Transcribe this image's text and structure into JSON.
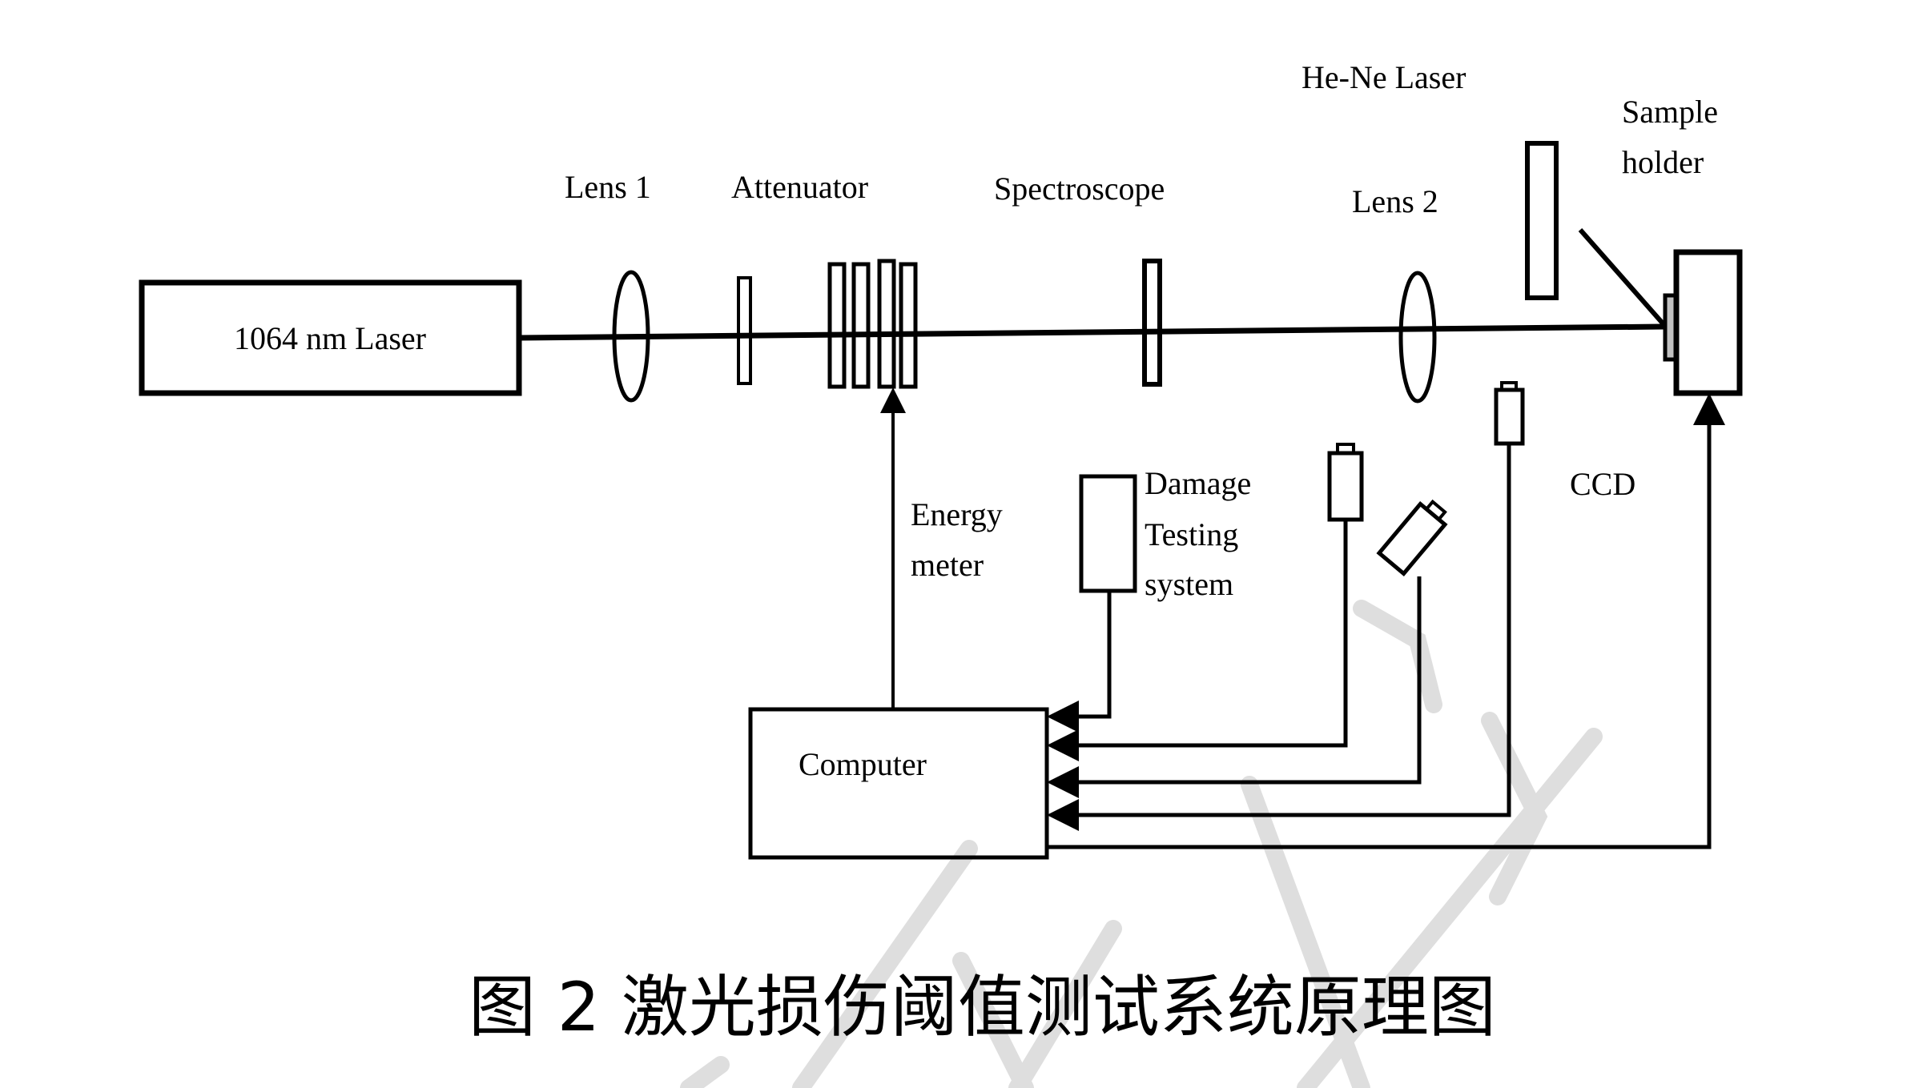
{
  "diagram": {
    "components": {
      "laser": "1064 nm Laser",
      "lens1": "Lens 1",
      "attenuator": "Attenuator",
      "spectroscope": "Spectroscope",
      "lens2": "Lens 2",
      "he_ne_laser": "He-Ne Laser",
      "sample_holder_line1": "Sample",
      "sample_holder_line2": "holder",
      "energy_meter_line1": "Energy",
      "energy_meter_line2": "meter",
      "damage_line1": "Damage",
      "damage_line2": "Testing",
      "damage_line3": "system",
      "ccd": "CCD",
      "computer": "Computer"
    },
    "caption": "图 2  激光损伤阈值测试系统原理图",
    "colors": {
      "stroke": "#000000",
      "sample_fill": "#c0c0c0",
      "watermark": "#dedede"
    }
  }
}
